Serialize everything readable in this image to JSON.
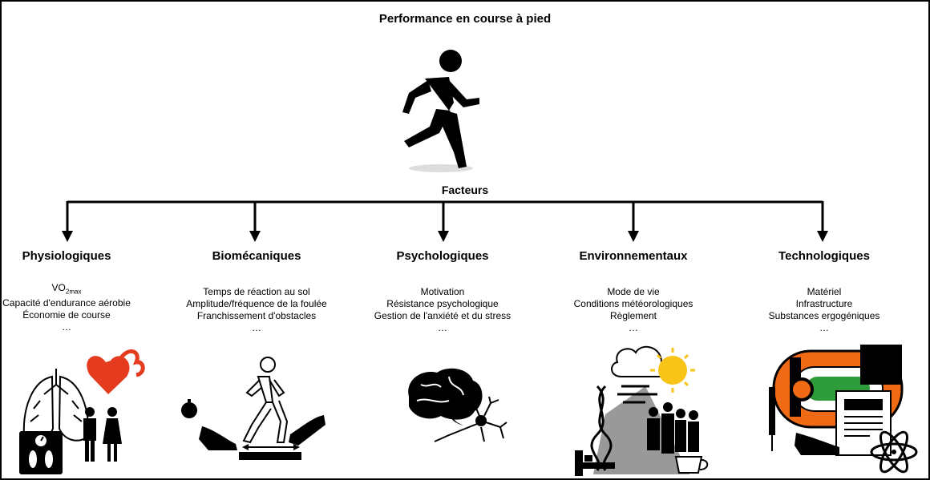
{
  "title": "Performance en course à pied",
  "factors_label": "Facteurs",
  "columns": [
    {
      "heading": "Physiologiques",
      "items": [
        "VO",
        "Capacité d'endurance aérobie",
        "Économie de course",
        "…"
      ],
      "sub": "2max"
    },
    {
      "heading": "Biomécaniques",
      "items": [
        "Temps de réaction au sol",
        "Amplitude/fréquence de la foulée",
        "Franchissement d'obstacles",
        "…"
      ]
    },
    {
      "heading": "Psychologiques",
      "items": [
        "Motivation",
        "Résistance psychologique",
        "Gestion de l'anxiété et du stress",
        "…"
      ]
    },
    {
      "heading": "Environnementaux",
      "items": [
        "Mode de vie",
        "Conditions météorologiques",
        "Règlement",
        "…"
      ]
    },
    {
      "heading": "Technologiques",
      "items": [
        "Matériel",
        "Infrastructure",
        "Substances ergogéniques",
        "…"
      ]
    }
  ],
  "icons": [
    "runner-icon",
    "lungs-heart-scale-icon",
    "walking-stride-icon",
    "brain-neuron-icon",
    "weather-dna-people-icon",
    "track-gear-icon"
  ]
}
